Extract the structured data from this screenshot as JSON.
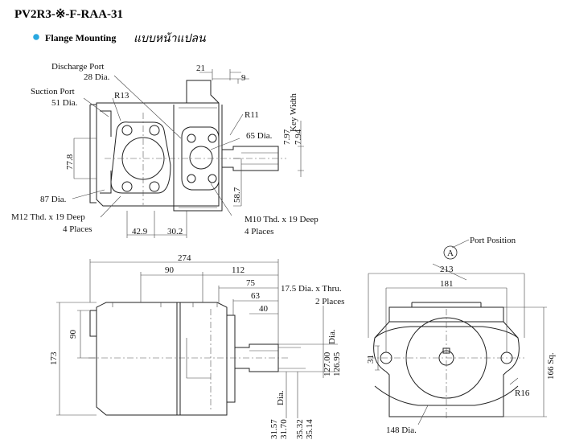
{
  "header": {
    "title": "PV2R3-※-F-RAA-31",
    "subtitle": "Flange Mounting",
    "subtitle_thai": "แบบหน้าแปลน",
    "bullet_color": "#29a8e0"
  },
  "top_view": {
    "discharge_port": "Discharge Port",
    "discharge_dia": "28 Dia.",
    "suction_port": "Suction Port",
    "suction_dia": "51 Dia.",
    "r13": "R13",
    "r11": "R11",
    "dim_21": "21",
    "dim_9": "9",
    "key_width": "Key Width",
    "dim_797": "7.97",
    "dim_794": "7.94",
    "dia_65": "65 Dia.",
    "dim_778": "77.8",
    "dia_87": "87 Dia.",
    "m12": "M12 Thd. x 19 Deep",
    "m12_places": "4 Places",
    "m10": "M10 Thd. x 19 Deep",
    "m10_places": "4 Places",
    "dim_587": "58.7",
    "dim_429": "42.9",
    "dim_302": "30.2"
  },
  "side_view": {
    "dim_274": "274",
    "dim_90": "90",
    "dim_112": "112",
    "dim_75": "75",
    "dim_63": "63",
    "dim_40": "40",
    "hole": "17.5 Dia. x Thru.",
    "hole_places": "2 Places",
    "dim_173": "173",
    "dim_90v": "90",
    "dim_12700": "127.00",
    "dim_12695": "126.95",
    "dia_label": "Dia.",
    "dim_3157": "31.57",
    "dim_3170": "31.70",
    "dia_label2": "Dia.",
    "dim_3532": "35.32",
    "dim_3514": "35.14"
  },
  "front_view": {
    "port_marker": "A",
    "port_position": "Port Position",
    "dim_213": "213",
    "dim_181": "181",
    "dim_31": "31",
    "dim_166": "166 Sq.",
    "r16": "R16",
    "dia_148": "148 Dia."
  }
}
